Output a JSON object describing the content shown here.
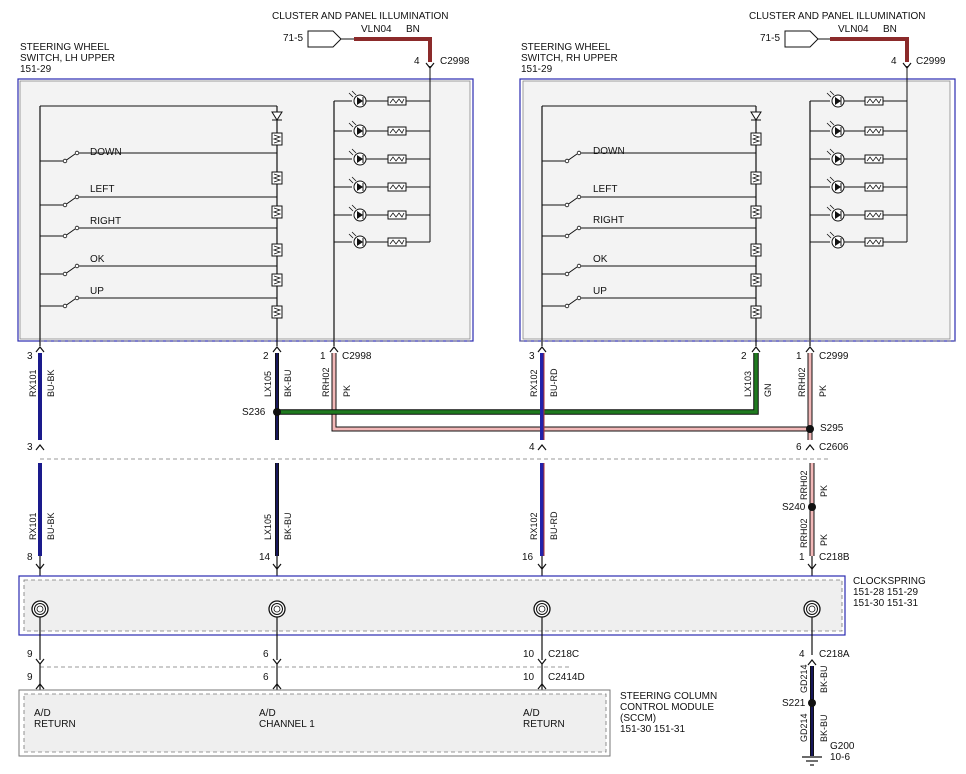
{
  "top_left": {
    "title": "CLUSTER AND PANEL ILLUMINATION",
    "ref": "71-5",
    "circuit": "VLN04",
    "color": "BN",
    "pin": "4",
    "connector": "C2998"
  },
  "top_right": {
    "title": "CLUSTER AND PANEL ILLUMINATION",
    "ref": "71-5",
    "circuit": "VLN04",
    "color": "BN",
    "pin": "4",
    "connector": "C2999"
  },
  "switch_lh": {
    "title1": "STEERING WHEEL",
    "title2": "SWITCH, LH UPPER",
    "page": "151-29"
  },
  "switch_rh": {
    "title1": "STEERING WHEEL",
    "title2": "SWITCH, RH UPPER",
    "page": "151-29"
  },
  "switch_labels": [
    "DOWN",
    "LEFT",
    "RIGHT",
    "OK",
    "UP"
  ],
  "pins_lh": {
    "p3": "3",
    "p2": "2",
    "p1": "1",
    "connector": "C2998"
  },
  "pins_rh": {
    "p3": "3",
    "p2": "2",
    "p1": "1",
    "connector": "C2999"
  },
  "wires": {
    "rx101": "RX101",
    "bu_bk": "BU-BK",
    "lx105": "LX105",
    "bk_bu": "BK-BU",
    "rrh02": "RRH02",
    "pk": "PK",
    "rx102": "RX102",
    "bu_rd": "BU-RD",
    "lx103": "LX103",
    "gn": "GN",
    "gd214": "GD214"
  },
  "splices": {
    "s236": "S236",
    "s295": "S295",
    "s240": "S240",
    "s221": "S221"
  },
  "c2606": {
    "p3": "3",
    "p4": "4",
    "p6": "6",
    "connector": "C2606"
  },
  "c218b": {
    "p8": "8",
    "p14": "14",
    "p16": "16",
    "p1": "1",
    "connector": "C218B"
  },
  "clockspring": {
    "title": "CLOCKSPRING",
    "line1": "151-28  151-29",
    "line2": "151-30  151-31"
  },
  "c218c": {
    "p9": "9",
    "p6": "6",
    "p10": "10",
    "connector": "C218C"
  },
  "c2414d": {
    "p9": "9",
    "p6": "6",
    "p10": "10",
    "connector": "C2414D"
  },
  "c218a": {
    "p4": "4",
    "connector": "C218A"
  },
  "sccm": {
    "title1": "STEERING COLUMN",
    "title2": "CONTROL MODULE",
    "title3": "(SCCM)",
    "pages": "151-30  151-31",
    "ad1": "A/D",
    "return1": "RETURN",
    "ad2": "A/D",
    "channel1": "CHANNEL 1",
    "ad3": "A/D",
    "return3": "RETURN"
  },
  "ground": {
    "name": "G200",
    "page": "10-6"
  },
  "colors": {
    "bu_bk": "#1a1a8c",
    "bk_bu": "#111111",
    "pk": "#f2b8b8",
    "bn": "#8b2a2a",
    "gn": "#1f7a1f",
    "bu_rd": "#2222aa",
    "module_border": "#2b2bb0"
  }
}
